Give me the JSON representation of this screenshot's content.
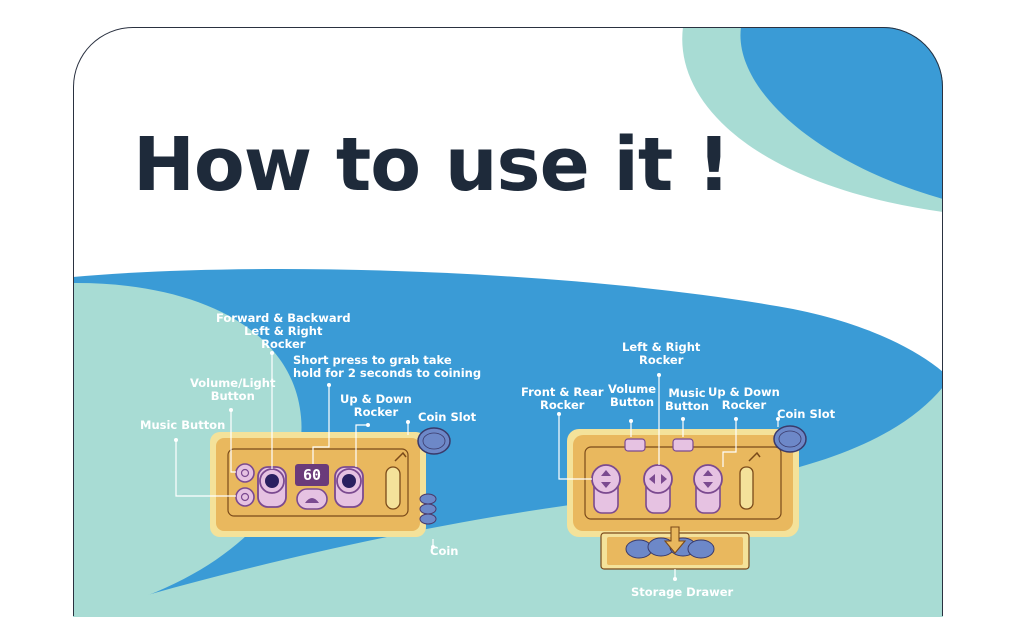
{
  "title": "How to use it !",
  "colors": {
    "blue": "#3a9bd6",
    "teal": "#a8dcd4",
    "machine_fill": "#e9b85e",
    "machine_border": "#f4e29a",
    "button_fill": "#e6c2e2",
    "button_border": "#7b4a90",
    "coin": "#6d88c8",
    "title_text": "#1e2a3a"
  },
  "left_panel": {
    "labels": {
      "forward_backward": "Forward & Backward\nLeft & Right\nRocker",
      "grab": "Short press to grab take\nhold for 2 seconds to coining",
      "volume_light": "Volume/Light\nButton",
      "up_down": "Up & Down\nRocker",
      "music": "Music Button",
      "coin_slot": "Coin Slot",
      "coin": "Coin"
    },
    "display_value": "60"
  },
  "right_panel": {
    "labels": {
      "left_right": "Left & Right\nRocker",
      "front_rear": "Front & Rear\nRocker",
      "volume": "Volume\nButton",
      "music": "Music\nButton",
      "up_down": "Up & Down\nRocker",
      "coin_slot": "Coin Slot",
      "storage_drawer": "Storage Drawer"
    }
  }
}
